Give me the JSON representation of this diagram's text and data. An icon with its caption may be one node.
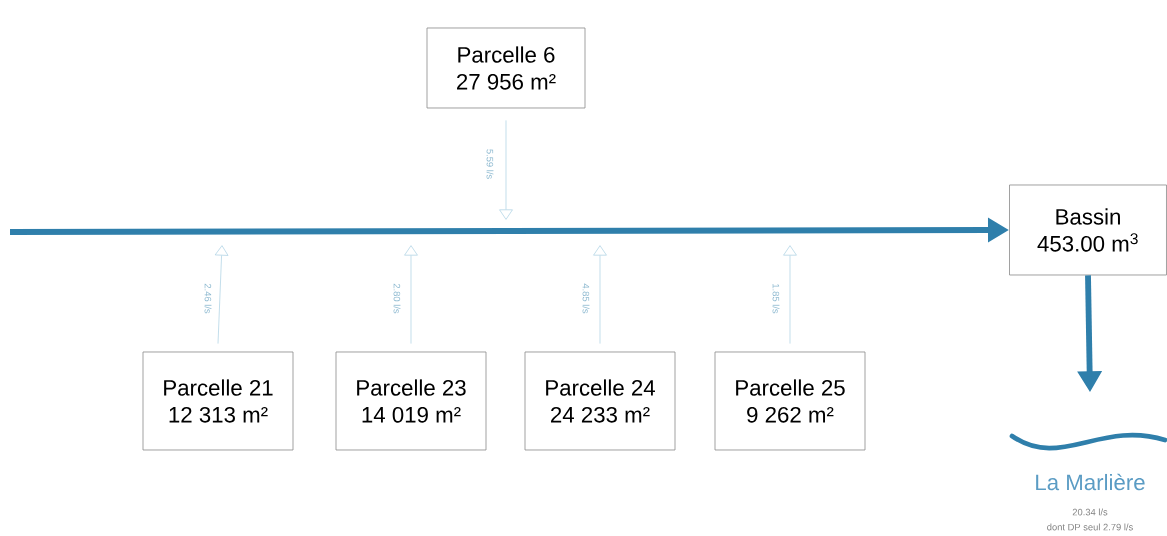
{
  "diagram": {
    "nodes": [
      {
        "text": [
          "Parcelle 6",
          "27 956 m²"
        ]
      },
      {
        "text": [
          "Parcelle 21",
          "12 313 m²"
        ]
      },
      {
        "text": [
          "Parcelle 23",
          "14 019 m²"
        ]
      },
      {
        "text": [
          "Parcelle 24",
          "24 233 m²"
        ]
      },
      {
        "text": [
          "Parcelle 25",
          "9 262 m²"
        ]
      },
      {
        "text": [
          "Bassin",
          "453.00 m$^{3}$"
        ]
      },
      {
        "text": [
          "La Marlière"
        ],
        "beside": [
          "20.34 l/s",
          "dont DP seul 2.79 l/s"
        ]
      }
    ],
    "edges": [
      {
        "from": 0,
        "to": null,
        "arrow": "to",
        "label": "5.59 l/s"
      },
      {
        "from": 1,
        "to": null,
        "arrow": "to",
        "label": "2.46 l/s"
      },
      {
        "from": 2,
        "to": null,
        "arrow": "to",
        "label": "2.80 l/s"
      },
      {
        "from": 3,
        "to": null,
        "arrow": "to",
        "label": "4.85 l/s"
      },
      {
        "from": 4,
        "to": null,
        "arrow": "to",
        "label": "1.85 l/s"
      },
      {
        "from": null,
        "to": 5,
        "arrow": "to",
        "style": "thick",
        "color": "#2f7fab"
      },
      {
        "from": 5,
        "to": 6,
        "arrow": "to",
        "style": "thick",
        "color": "#2f7fab"
      }
    ]
  }
}
